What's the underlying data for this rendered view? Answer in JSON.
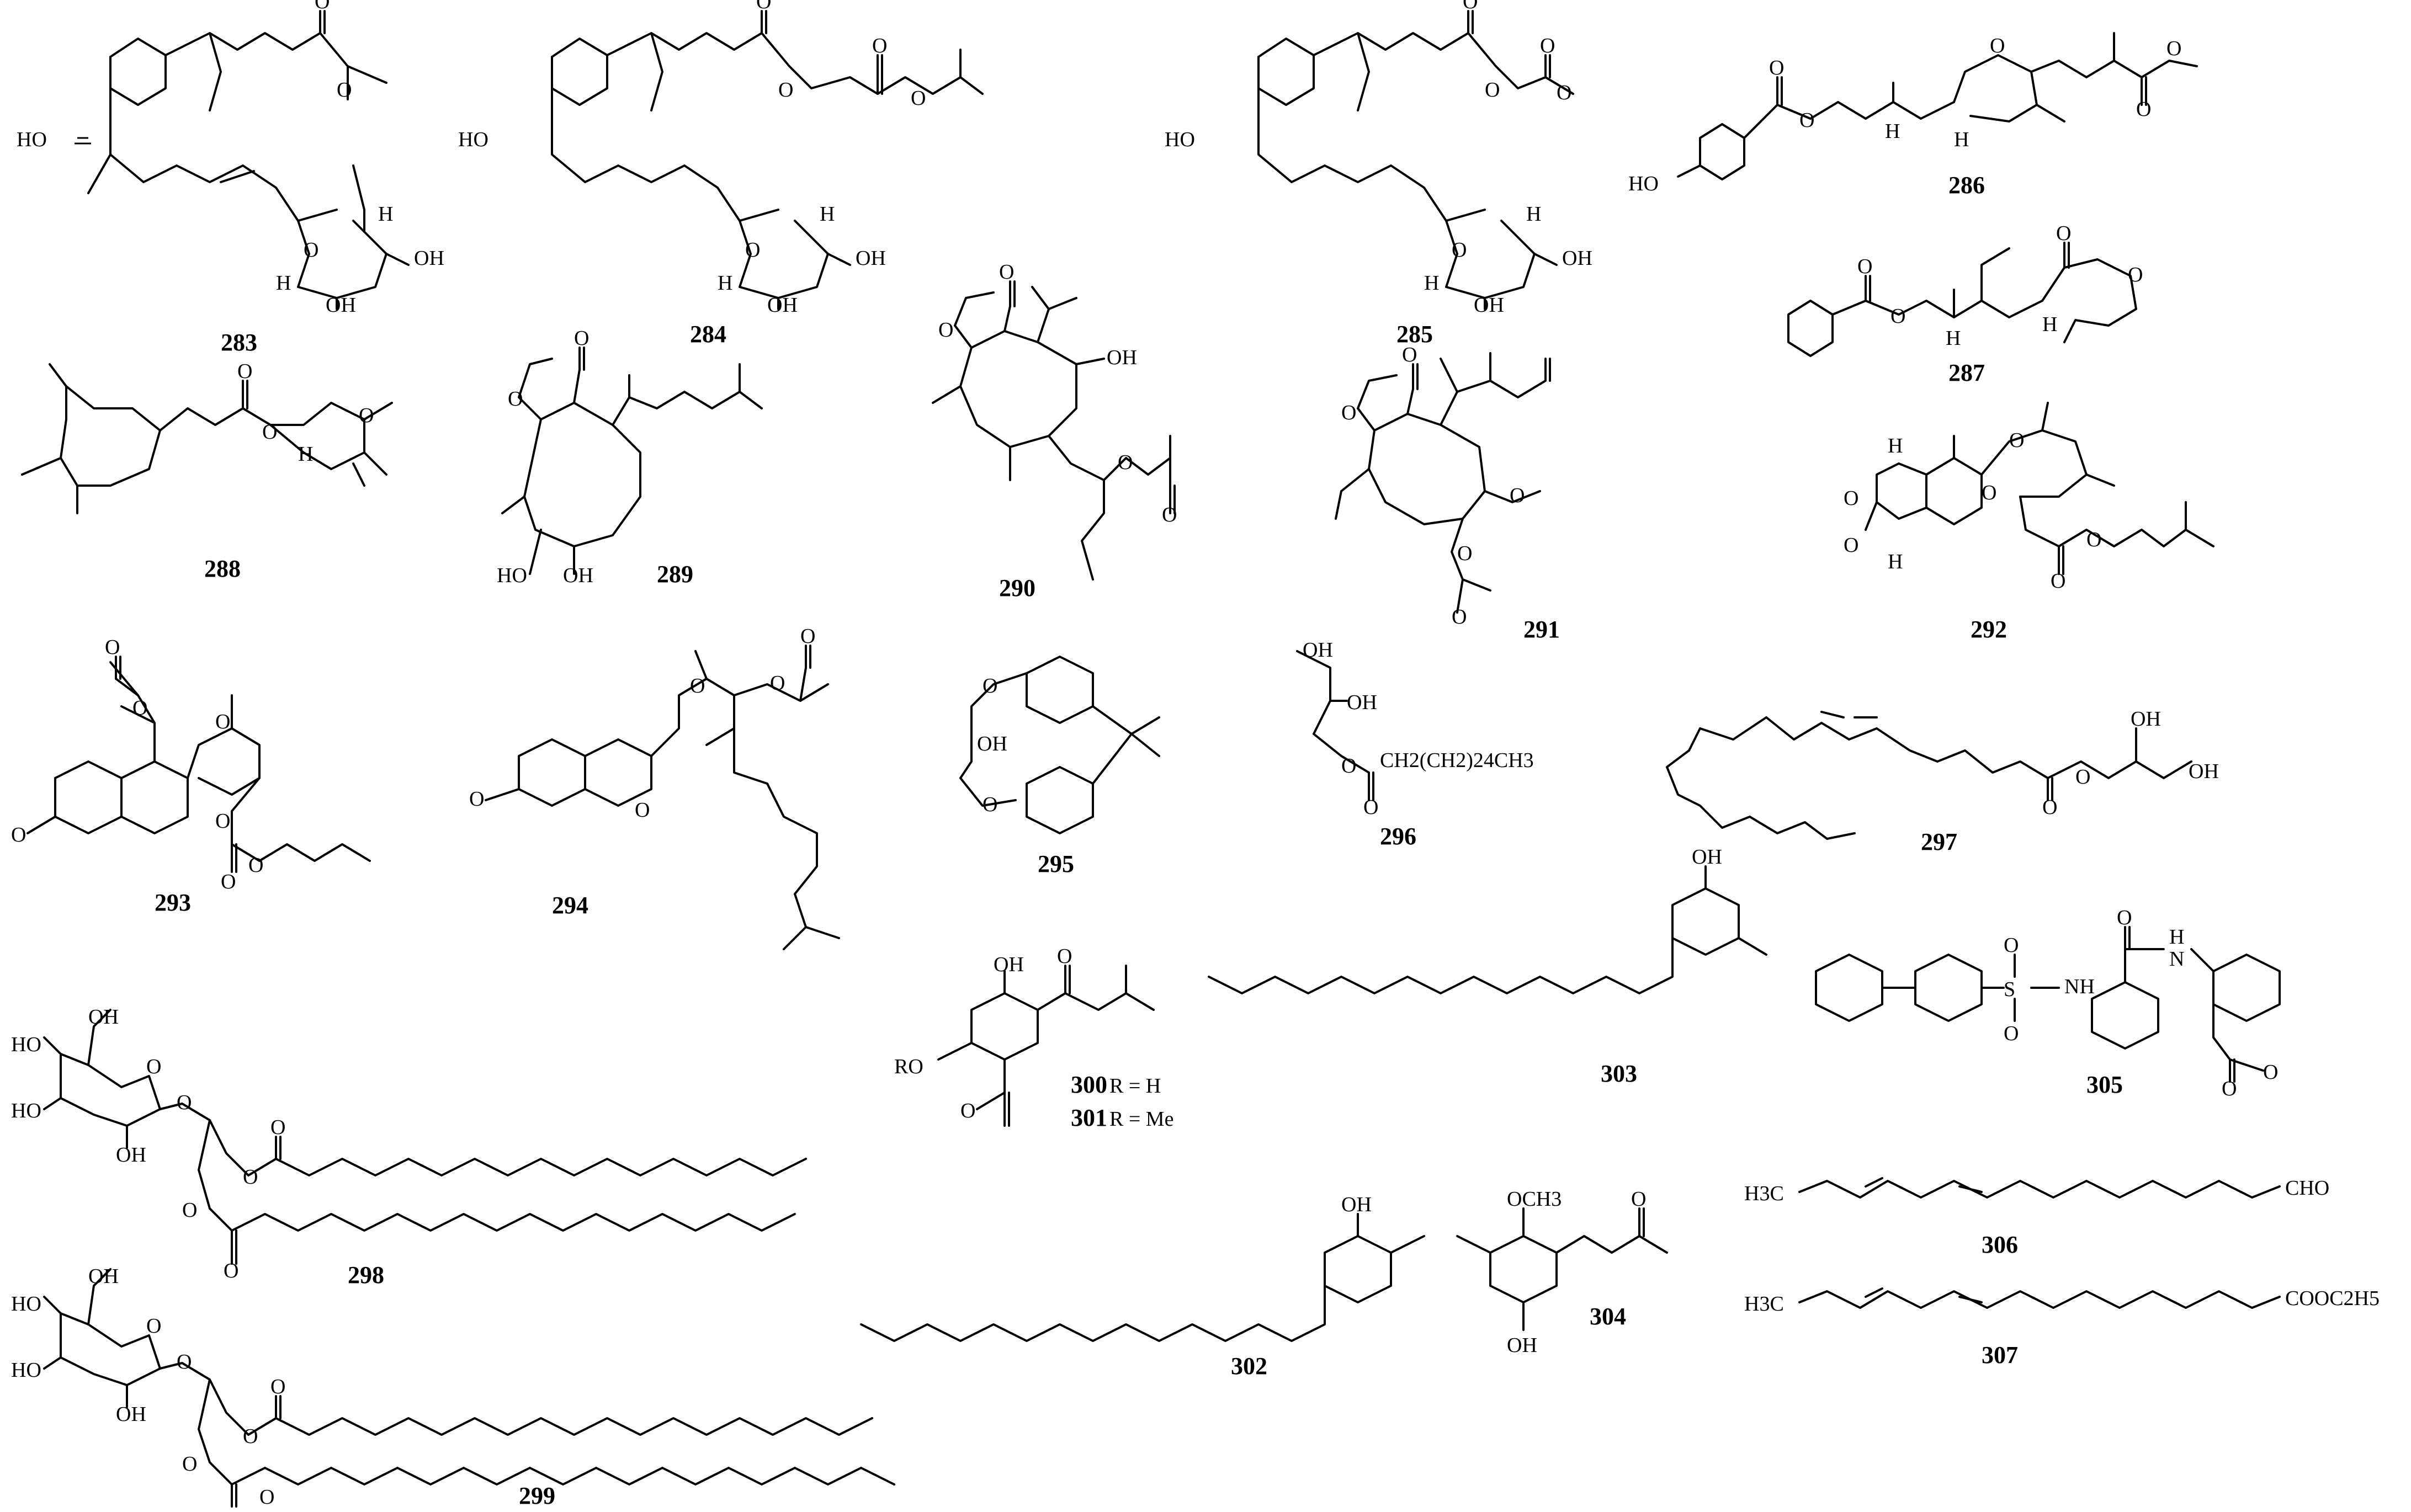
{
  "compounds": [
    {
      "id": "283",
      "labels": [
        "HO",
        "O",
        "O",
        "H",
        "O",
        "OH",
        "H",
        "OH"
      ]
    },
    {
      "id": "284",
      "labels": [
        "HO",
        "O",
        "O",
        "O",
        "O",
        "H",
        "O",
        "OH",
        "H",
        "OH"
      ]
    },
    {
      "id": "285",
      "labels": [
        "HO",
        "O",
        "O",
        "O",
        "O",
        "H",
        "O",
        "OH",
        "H",
        "OH"
      ]
    },
    {
      "id": "286",
      "labels": [
        "O",
        "O",
        "O",
        "H",
        "H",
        "O",
        "O",
        "HO"
      ]
    },
    {
      "id": "287",
      "labels": [
        "O",
        "O",
        "O",
        "O",
        "H",
        "H"
      ]
    },
    {
      "id": "288",
      "labels": [
        "O",
        "O",
        "O",
        "H"
      ]
    },
    {
      "id": "289",
      "labels": [
        "O",
        "O",
        "HO",
        "OH"
      ]
    },
    {
      "id": "290",
      "labels": [
        "O",
        "O",
        "OH",
        "O",
        "O"
      ]
    },
    {
      "id": "291",
      "labels": [
        "O",
        "O",
        "O",
        "O",
        "O"
      ]
    },
    {
      "id": "292",
      "labels": [
        "H",
        "O",
        "O",
        "O",
        "O",
        "H",
        "O",
        "O"
      ]
    },
    {
      "id": "293",
      "labels": [
        "O",
        "O",
        "O",
        "O",
        "O",
        "O",
        "O"
      ]
    },
    {
      "id": "294",
      "labels": [
        "O",
        "O",
        "O",
        "O",
        "O"
      ]
    },
    {
      "id": "295",
      "labels": [
        "O",
        "OH",
        "O"
      ]
    },
    {
      "id": "296",
      "labels": [
        "OH",
        "OH",
        "O",
        "O",
        "CH2(CH2)24CH3"
      ]
    },
    {
      "id": "297",
      "labels": [
        "O",
        "O",
        "OH",
        "OH"
      ]
    },
    {
      "id": "298",
      "labels": [
        "OH",
        "HO",
        "HO",
        "O",
        "O",
        "OH",
        "O",
        "O",
        "O",
        "O"
      ]
    },
    {
      "id": "299",
      "labels": [
        "OH",
        "HO",
        "HO",
        "O",
        "O",
        "OH",
        "O",
        "O",
        "O",
        "O"
      ]
    },
    {
      "id": "300",
      "labels": [
        "OH",
        "O",
        "RO",
        "O"
      ],
      "substituent": "R = H"
    },
    {
      "id": "301",
      "substituent": "R = Me"
    },
    {
      "id": "302",
      "labels": [
        "OH"
      ]
    },
    {
      "id": "303",
      "labels": [
        "OH"
      ]
    },
    {
      "id": "304",
      "labels": [
        "OCH3",
        "O",
        "OH"
      ]
    },
    {
      "id": "305",
      "labels": [
        "O",
        "S",
        "O",
        "NH",
        "O",
        "H",
        "N",
        "O",
        "O"
      ]
    },
    {
      "id": "306",
      "labels": [
        "H3C",
        "CHO"
      ]
    },
    {
      "id": "307",
      "labels": [
        "H3C",
        "COOC2H5"
      ]
    }
  ]
}
